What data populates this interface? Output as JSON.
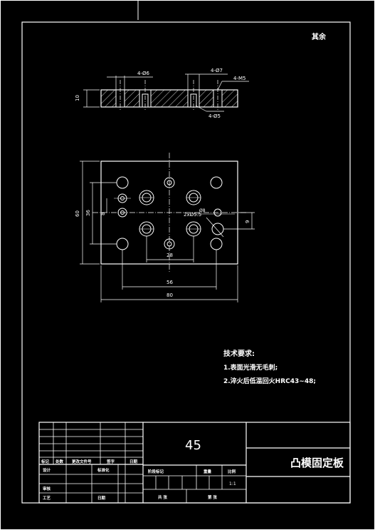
{
  "corner_note": "其余",
  "top_view": {
    "dim_height": "10",
    "dim_hole_a": "4-Ø6",
    "dim_hole_b": "4-Ø7",
    "dim_hole_c": "4-Ø5",
    "dim_chamfer": "4-M5"
  },
  "plan_view": {
    "dim_total_width": "80",
    "dim_hole_span": "56",
    "dim_inner_span": "28",
    "dim_total_height": "60",
    "dim_vertical_span": "36",
    "dim_left_span": "8",
    "dim_right_offset": "9",
    "callout_holes": "2xØ5.5",
    "callout_cbore": "Ø8"
  },
  "notes": {
    "heading": "技术要求:",
    "line1": "1.表面光滑无毛刺;",
    "line2": "2.淬火后低温回火HRC43~48;"
  },
  "title_block": {
    "material": "45",
    "part_name": "凸模固定板",
    "row_a": [
      "标记",
      "处数",
      "更改文件号",
      "签字",
      "日期"
    ],
    "designer": "设计",
    "standardize": "标准化",
    "checker": "审核",
    "process": "工艺",
    "approve": "日期",
    "stage_mark": "阶段标记",
    "weight": "重量",
    "scale": "比例",
    "scale_value": "1:1",
    "sheets_total": "共 张",
    "sheet_no": "第 张"
  }
}
